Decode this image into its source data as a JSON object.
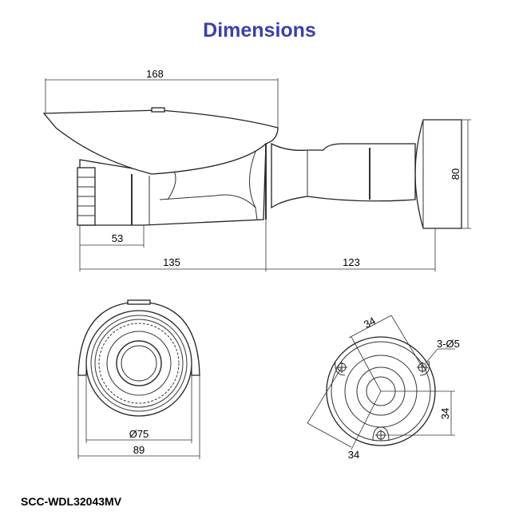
{
  "title": "Dimensions",
  "model": "SCC-WDL32043MV",
  "side_view": {
    "overall_length": "168",
    "lens_depth": "53",
    "body_length": "135",
    "bracket_length": "123",
    "base_height": "80"
  },
  "front_view": {
    "lens_diameter": "Ø75",
    "width": "89"
  },
  "mount_view": {
    "hole_spacing_top": "34",
    "hole_spacing_left": "34",
    "hole_spacing_right": "34",
    "holes": "3-Ø5"
  },
  "colors": {
    "title": "#3b3fb0"
  }
}
